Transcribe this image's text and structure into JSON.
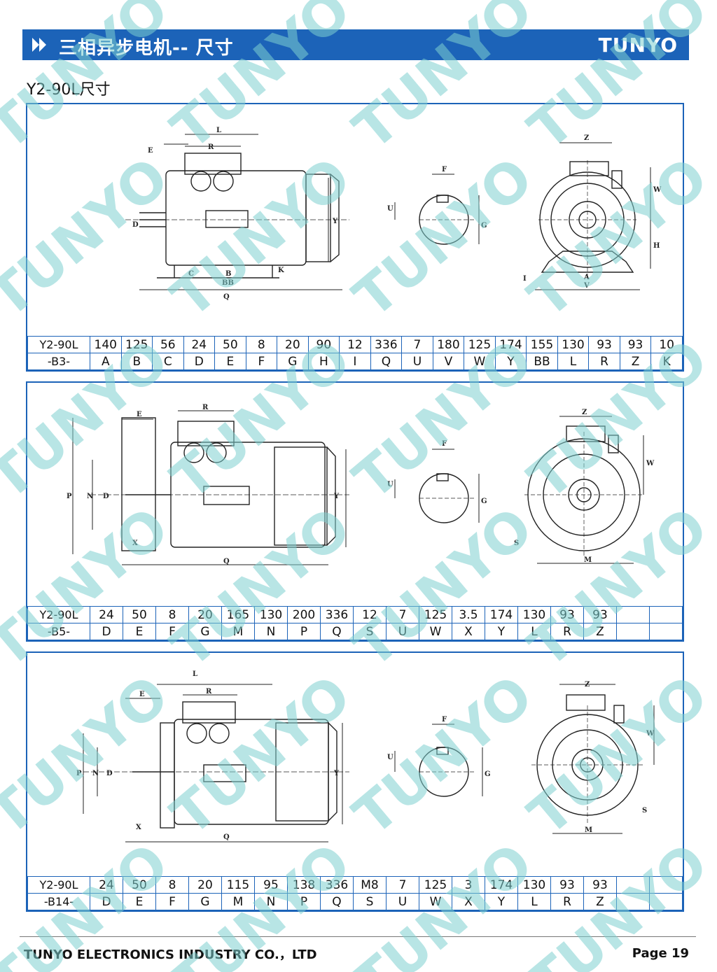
{
  "header": {
    "title": "三相异步电机-- 尺寸",
    "brand": "TUNYO"
  },
  "subtitle": "Y2-90L尺寸",
  "watermark": "TUNYO",
  "tables": [
    {
      "model": "Y2-90L",
      "type": "-B3-",
      "values": [
        "140",
        "125",
        "56",
        "24",
        "50",
        "8",
        "20",
        "90",
        "12",
        "336",
        "7",
        "180",
        "125",
        "174",
        "155",
        "130",
        "93",
        "93",
        "10"
      ],
      "letters": [
        "A",
        "B",
        "C",
        "D",
        "E",
        "F",
        "G",
        "H",
        "I",
        "Q",
        "U",
        "V",
        "W",
        "Y",
        "BB",
        "L",
        "R",
        "Z",
        "K"
      ]
    },
    {
      "model": "Y2-90L",
      "type": "-B5-",
      "values": [
        "24",
        "50",
        "8",
        "20",
        "165",
        "130",
        "200",
        "336",
        "12",
        "7",
        "125",
        "3.5",
        "174",
        "130",
        "93",
        "93",
        "",
        ""
      ],
      "letters": [
        "D",
        "E",
        "F",
        "G",
        "M",
        "N",
        "P",
        "Q",
        "S",
        "U",
        "W",
        "X",
        "Y",
        "L",
        "R",
        "Z",
        "",
        ""
      ]
    },
    {
      "model": "Y2-90L",
      "type": "-B14-",
      "values": [
        "24",
        "50",
        "8",
        "20",
        "115",
        "95",
        "138",
        "336",
        "M8",
        "7",
        "125",
        "3",
        "174",
        "130",
        "93",
        "93",
        "",
        ""
      ],
      "letters": [
        "D",
        "E",
        "F",
        "G",
        "M",
        "N",
        "P",
        "Q",
        "S",
        "U",
        "W",
        "X",
        "Y",
        "L",
        "R",
        "Z",
        "",
        ""
      ]
    }
  ],
  "footer": {
    "company": "TUNYO ELECTRONICS INDUSTRY CO.，LTD",
    "page": "Page  19"
  },
  "colors": {
    "accent": "#1c63b8",
    "watermark": "#7ecfd0"
  }
}
